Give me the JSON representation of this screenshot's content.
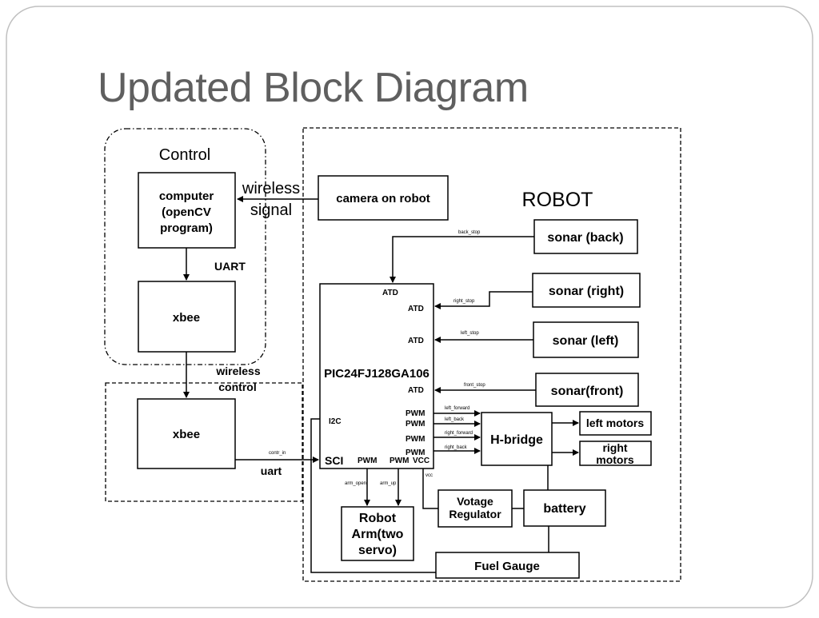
{
  "slide": {
    "title": "Updated Block Diagram"
  },
  "groups": {
    "control": "Control",
    "robot": "ROBOT"
  },
  "blocks": {
    "computer": [
      "computer",
      "(openCV",
      "program)"
    ],
    "xbee_top": "xbee",
    "xbee_bottom": "xbee",
    "camera": "camera on robot",
    "sonar_back": "sonar (back)",
    "sonar_right": "sonar (right)",
    "sonar_left": "sonar (left)",
    "sonar_front": "sonar(front)",
    "mcu": "PIC24FJ128GA106",
    "hbridge": "H-bridge",
    "left_motors": "left motors",
    "right_motors": [
      "right",
      "motors"
    ],
    "regulator": [
      "Votage",
      "Regulator"
    ],
    "battery": "battery",
    "robot_arm": [
      "Robot",
      "Arm(two",
      "servo)"
    ],
    "fuel_gauge": "Fuel Gauge"
  },
  "pins": {
    "atd_top": "ATD",
    "atd_right": "ATD",
    "atd_left": "ATD",
    "atd_front": "ATD",
    "i2c": "I2C",
    "pwm1": "PWM",
    "pwm2": "PWM",
    "pwm3": "PWM",
    "pwm4": "PWM",
    "sci": "SCI",
    "pwm_b1": "PWM",
    "pwm_b2": "PWM",
    "vcc": "VCC"
  },
  "links": {
    "wireless_signal": [
      "wireless",
      "signal"
    ],
    "uart_top": "UART",
    "wireless_control": [
      "wireless",
      "control"
    ],
    "uart_bottom": "uart"
  },
  "signals": {
    "back_stop": "back_stop",
    "right_stop": "right_stop",
    "left_stop": "left_stop",
    "front_stop": "front_stop",
    "left_forward": "left_forward",
    "left_back": "left_back",
    "right_forward": "right_forward",
    "right_back": "right_back",
    "contr_in": "contr_in",
    "arm_open": "arm_open",
    "arm_up": "arm_up",
    "vcc": "vcc"
  }
}
